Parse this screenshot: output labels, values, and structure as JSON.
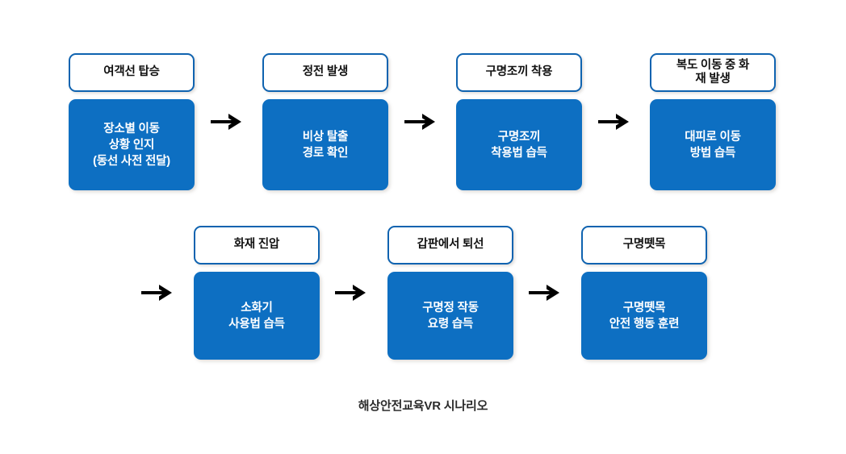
{
  "diagram": {
    "caption": "해상안전교육VR 시나리오",
    "colors": {
      "node_fill": "#0d6fc2",
      "node_border": "#0f63b0",
      "header_fill": "#ffffff",
      "arrow": "#000000",
      "background": "#ffffff",
      "caption_text": "#2b2b2b"
    },
    "rows": [
      {
        "nodes": [
          {
            "header": "여객선 탑승",
            "body": "장소별 이동\n상황 인지\n(동선 사전 전달)"
          },
          {
            "header": "정전 발생",
            "body": "비상 탈출\n경로 확인"
          },
          {
            "header": "구명조끼 착용",
            "body": "구명조끼\n착용법 습득"
          },
          {
            "header": "복도 이동 중 화\n재 발생",
            "body": "대피로 이동\n방법 습득"
          }
        ]
      },
      {
        "nodes": [
          {
            "header": "화재 진압",
            "body": "소화기\n사용법 습득"
          },
          {
            "header": "갑판에서 퇴선",
            "body": "구명정 작동\n요령 습득"
          },
          {
            "header": "구명뗏목",
            "body": "구명뗏목\n안전 행동 훈련"
          }
        ]
      }
    ],
    "arrows": {
      "glyph": "right-arrow",
      "count": 6
    }
  }
}
